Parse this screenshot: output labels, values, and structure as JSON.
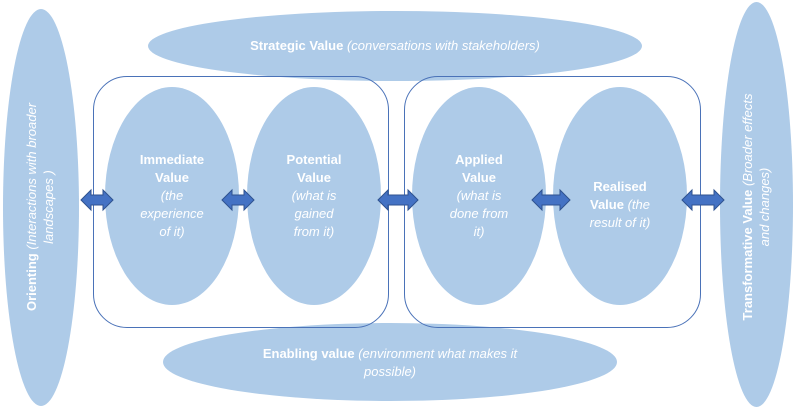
{
  "colors": {
    "ellipse_fill": "#aecbe8",
    "frame_stroke": "#4a72b8",
    "arrow_fill": "#4472c4",
    "arrow_stroke": "#2f528f",
    "text": "#ffffff"
  },
  "strategic": {
    "bold": "Strategic Value",
    "italic": "(conversations with stakeholders)"
  },
  "enabling": {
    "bold": "Enabling value",
    "italic_1": "(environment what makes it",
    "italic_2": "possible)"
  },
  "orienting": {
    "bold": "Orienting",
    "italic_1": "(Interactions with broader",
    "italic_2": "landscapes )"
  },
  "transformative": {
    "bold": "Transformative Value",
    "italic_1": "(Broader effects",
    "italic_2": "and changes)"
  },
  "immediate": {
    "bold_1": "Immediate",
    "bold_2": "Value",
    "italic_1": "(the",
    "italic_2": "experience",
    "italic_3": "of it)"
  },
  "potential": {
    "bold_1": "Potential",
    "bold_2": "Value",
    "italic_1": "(what is",
    "italic_2": "gained",
    "italic_3": "from it)"
  },
  "applied": {
    "bold_1": "Applied",
    "bold_2": "Value",
    "italic_1": "(what is",
    "italic_2": "done from",
    "italic_3": "it)"
  },
  "realised": {
    "bold_1": "Realised",
    "bold_2": "Value",
    "italic_1": "(the",
    "italic_2": "result of it)"
  },
  "arrow_icon": "double-headed-arrow"
}
